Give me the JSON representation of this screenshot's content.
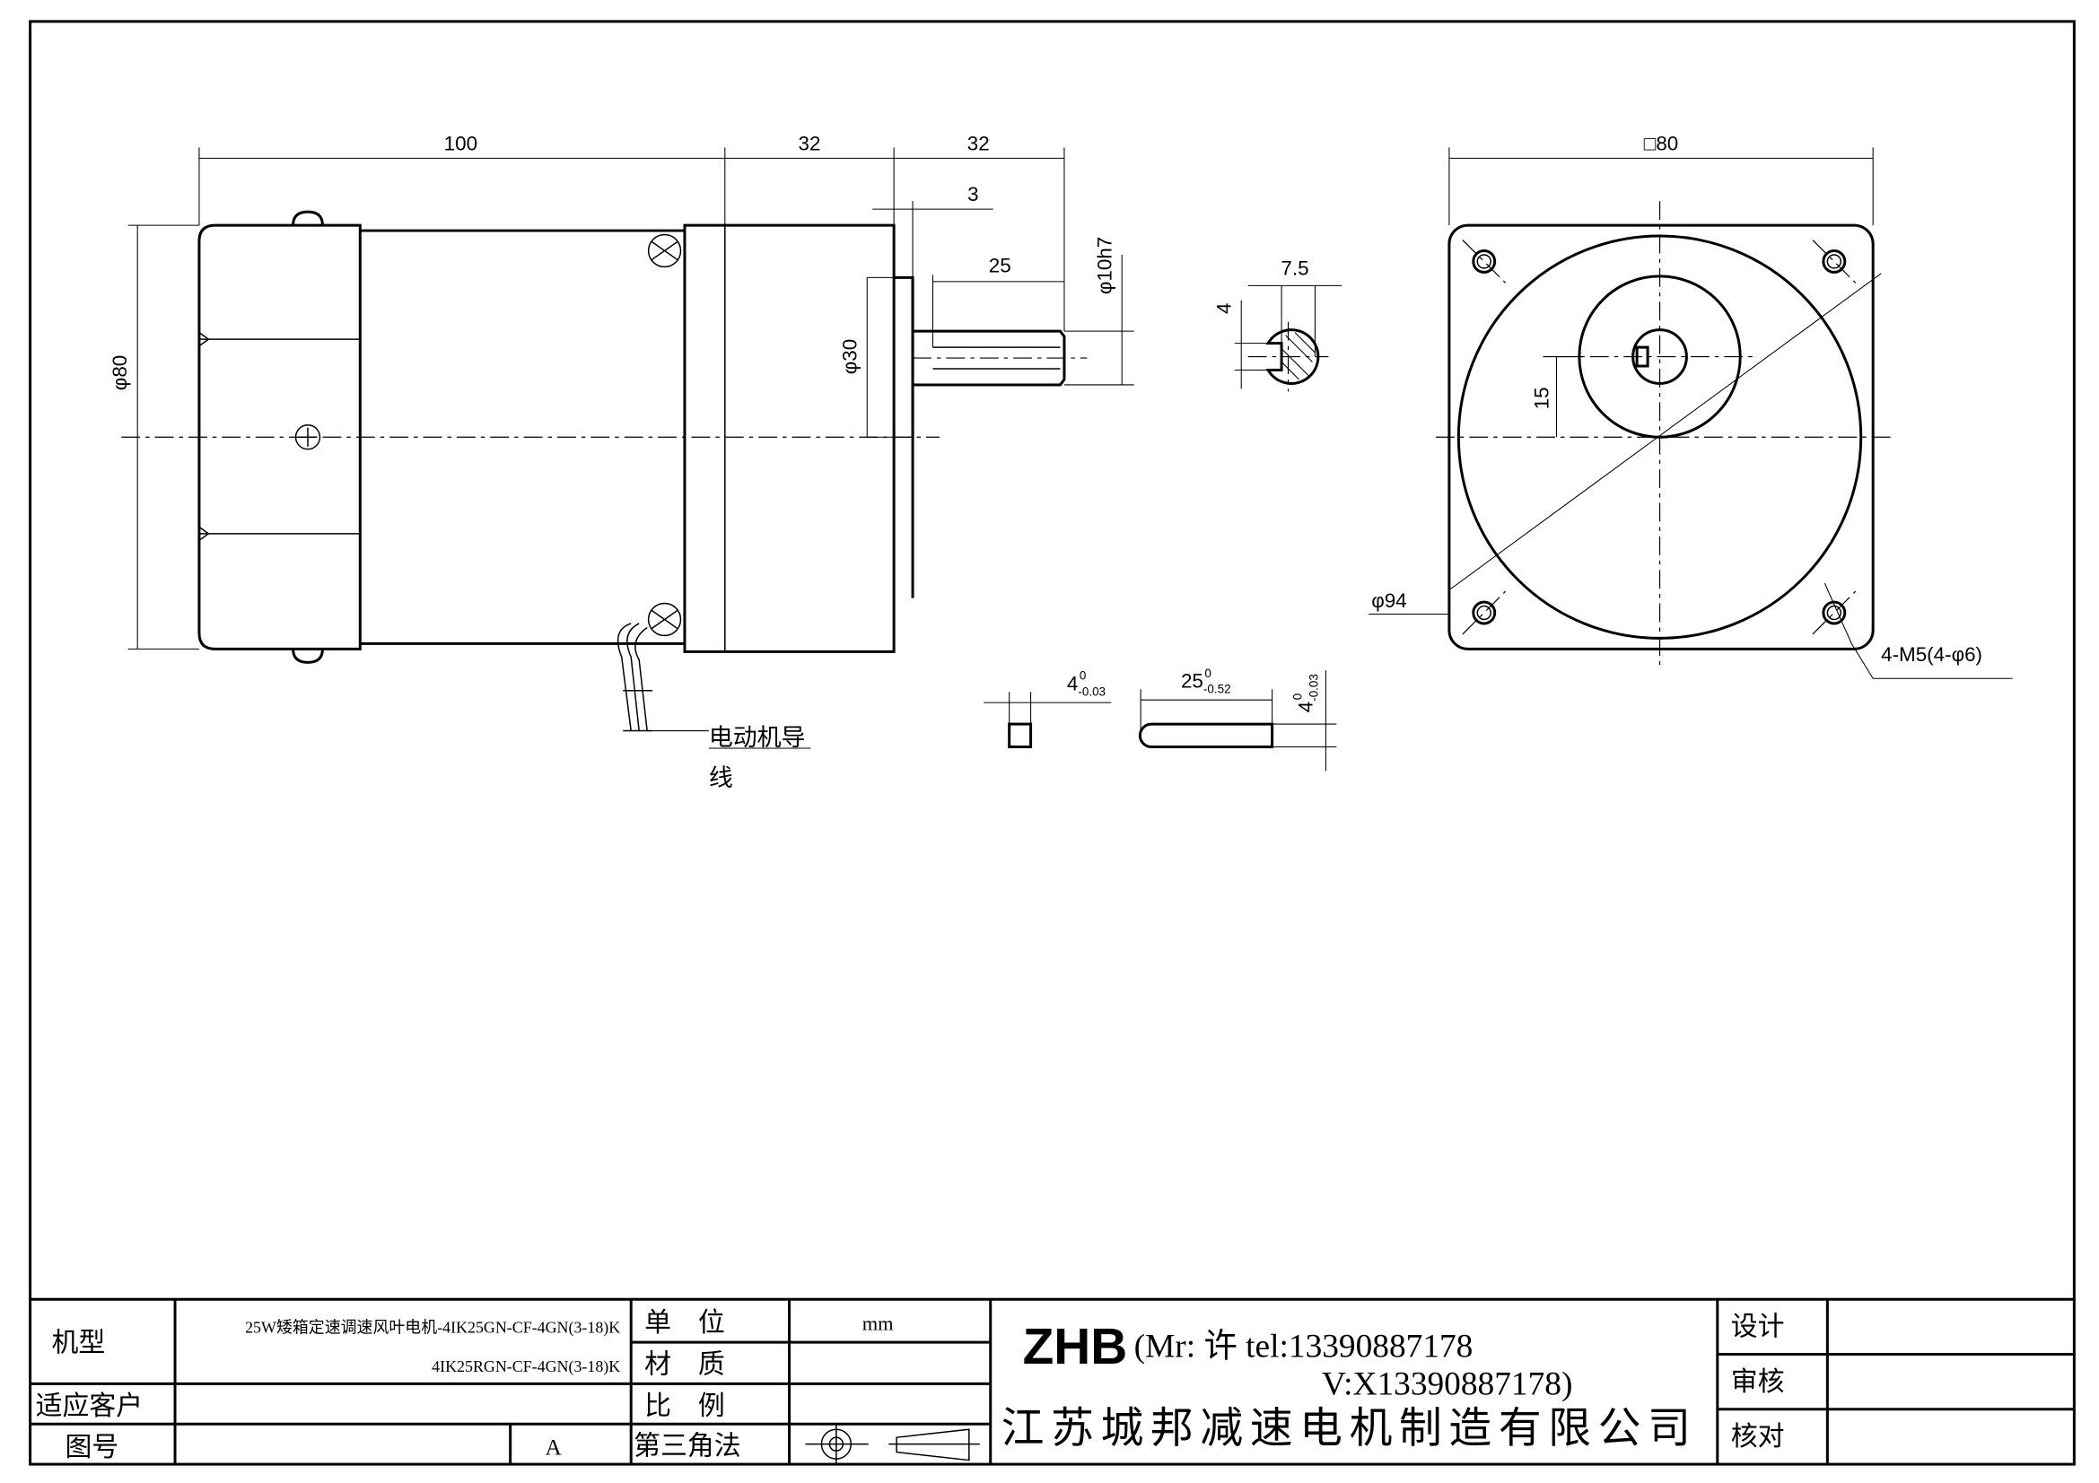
{
  "side_view": {
    "dim_length_body": "100",
    "dim_length_gearbox": "32",
    "dim_length_shaft": "32",
    "dim_flange": "3",
    "dim_key_length": "25",
    "dim_shaft_dia": "φ10h7",
    "dim_pilot_dia": "φ30",
    "dim_body_dia": "φ80",
    "wire_label_line1": "电动机导",
    "wire_label_line2": "线"
  },
  "shaft_section": {
    "dim_width": "7.5",
    "dim_key": "4"
  },
  "key_views": {
    "key_width": "4",
    "key_width_tol_upper": "0",
    "key_width_tol_lower": "-0.03",
    "key_length": "25",
    "key_length_tol_upper": "0",
    "key_length_tol_lower": "-0.52",
    "key_height": "4",
    "key_height_tol_upper": "0",
    "key_height_tol_lower": "-0.03"
  },
  "front_view": {
    "dim_square": "□80",
    "dim_bolt_circle": "φ94",
    "dim_offset": "15",
    "dim_holes": "4-M5(4-φ6)"
  },
  "title_block": {
    "model_label": "机型",
    "model_line1": "25W矮箱定速调速风叶电机-4IK25GN-CF-4GN(3-18)K",
    "model_line2": "4IK25RGN-CF-4GN(3-18)K",
    "customer_label": "适应客户",
    "drawing_no_label": "图号",
    "revision": "A",
    "unit_label": "单　位",
    "unit_value": "mm",
    "material_label": "材　质",
    "scale_label": "比　例",
    "projection_label": "第三角法",
    "brand": "ZHB",
    "contact_line1": "(Mr: 许 tel:13390887178",
    "contact_line2": "V:X13390887178)",
    "company": "江苏城邦减速电机制造有限公司",
    "design_label": "设计",
    "review_label": "审核",
    "check_label": "核对"
  }
}
